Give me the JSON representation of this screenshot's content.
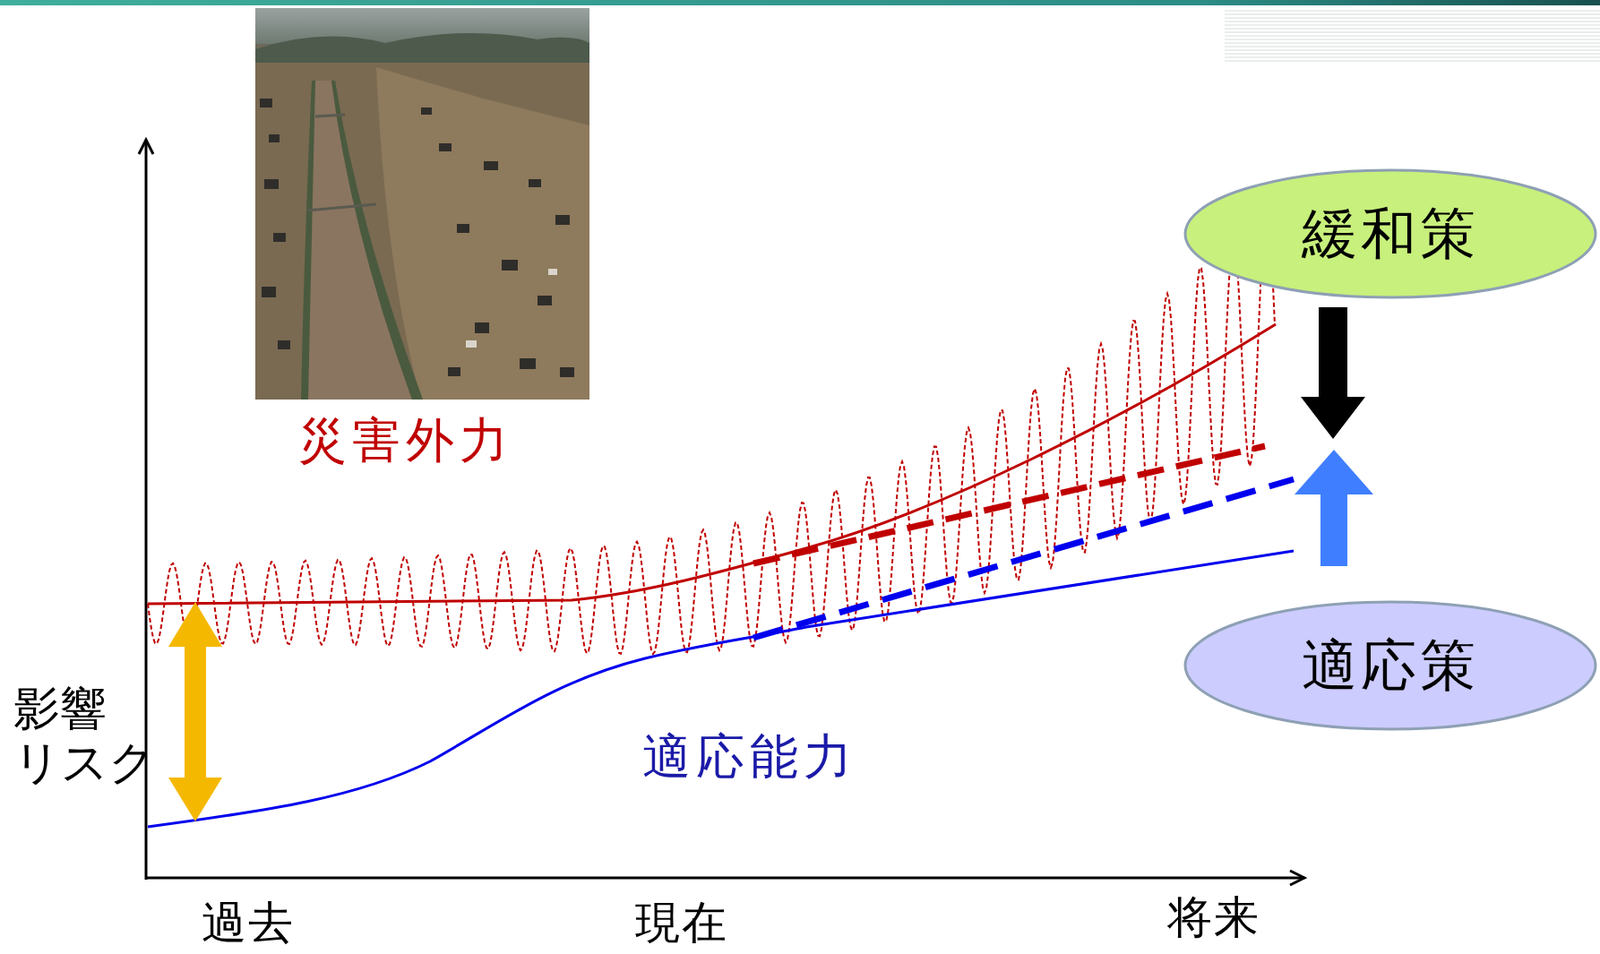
{
  "diagram": {
    "nodes": [
      {
        "text": [
          "緩和策"
        ]
      },
      {
        "text": [
          "適応策"
        ]
      }
    ],
    "edges": [],
    "labels": [
      "災害外力",
      "適応能力",
      "影響 リスク",
      "過去",
      "現在",
      "将来"
    ]
  }
}
